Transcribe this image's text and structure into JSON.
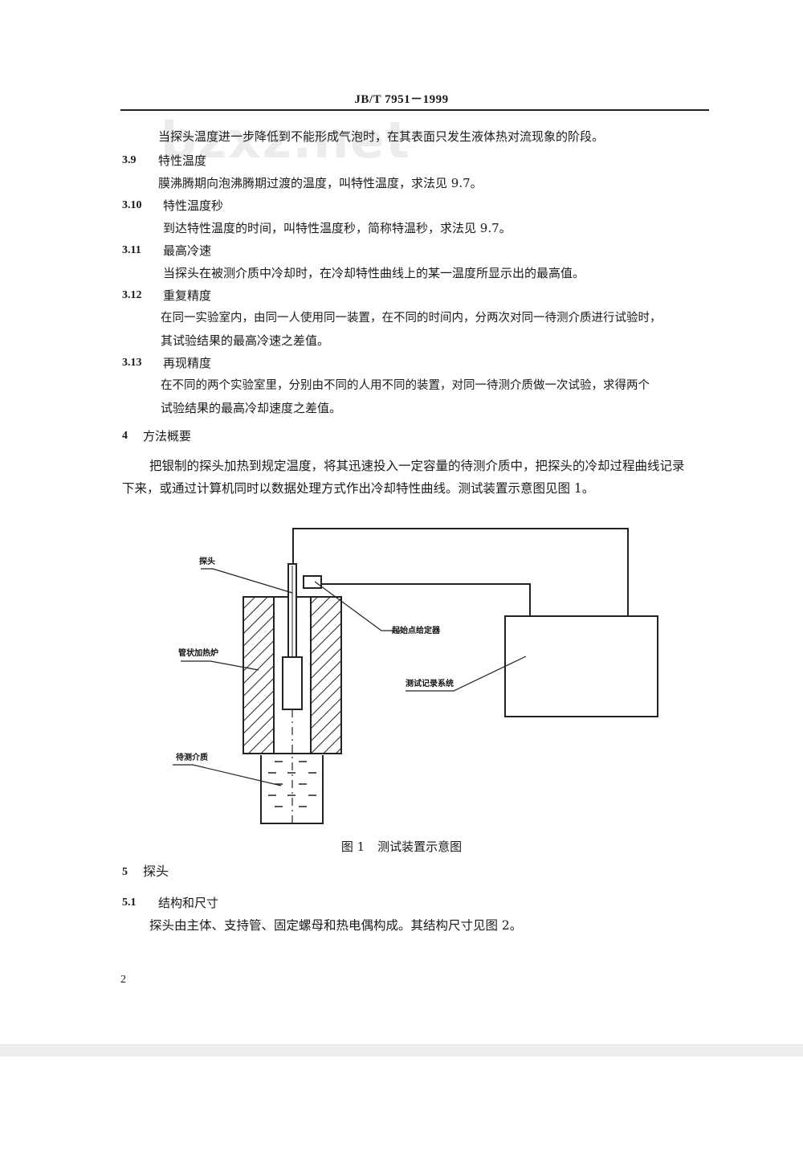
{
  "header": "JB/T  7951－1999",
  "watermark": "bzxz.net",
  "intro_line": "当探头温度进一步降低到不能形成气泡时，在其表面只发生液体热对流现象的阶段。",
  "sections": [
    {
      "num": "3.9",
      "title": "特性温度",
      "lines": [
        "膜沸腾期向泡沸腾期过渡的温度，叫特性温度，求法见 9.7。"
      ]
    },
    {
      "num": "3.10",
      "title": "特性温度秒",
      "lines": [
        "到达特性温度的时间，叫特性温度秒，简称特温秒，求法见 9.7。"
      ]
    },
    {
      "num": "3.11",
      "title": "最高冷速",
      "lines": [
        "当探头在被测介质中冷却时，在冷却特性曲线上的某一温度所显示出的最高值。"
      ]
    },
    {
      "num": "3.12",
      "title": "重复精度",
      "lines": [
        "在同一实验室内，由同一人使用同一装置，在不同的时间内，分两次对同一待测介质进行试验时，",
        "其试验结果的最高冷速之差值。"
      ]
    },
    {
      "num": "3.13",
      "title": "再现精度",
      "lines": [
        "在不同的两个实验室里，分别由不同的人用不同的装置，对同一待测介质做一次试验，求得两个",
        "试验结果的最高冷却速度之差值。"
      ]
    }
  ],
  "section4": {
    "num": "4",
    "title": "方法概要",
    "lines": [
      "把银制的探头加热到规定温度，将其迅速投入一定容量的待测介质中，把探头的冷却过程曲线记录",
      "下来，或通过计算机同时以数据处理方式作出冷却特性曲线。测试装置示意图见图 1。"
    ]
  },
  "figure": {
    "labels": {
      "probe": "探头",
      "furnace": "管状加热炉",
      "start_point": "起始点给定器",
      "recorder": "测试记录系统",
      "medium": "待测介质"
    },
    "caption_num": "图 1",
    "caption_text": "测试装置示意图"
  },
  "section5": {
    "num": "5",
    "title": "探头"
  },
  "section51": {
    "num": "5.1",
    "title": "结构和尺寸",
    "lines": [
      "探头由主体、支持管、固定螺母和热电偶构成。其结构尺寸见图 2。"
    ]
  },
  "page_number": "2"
}
